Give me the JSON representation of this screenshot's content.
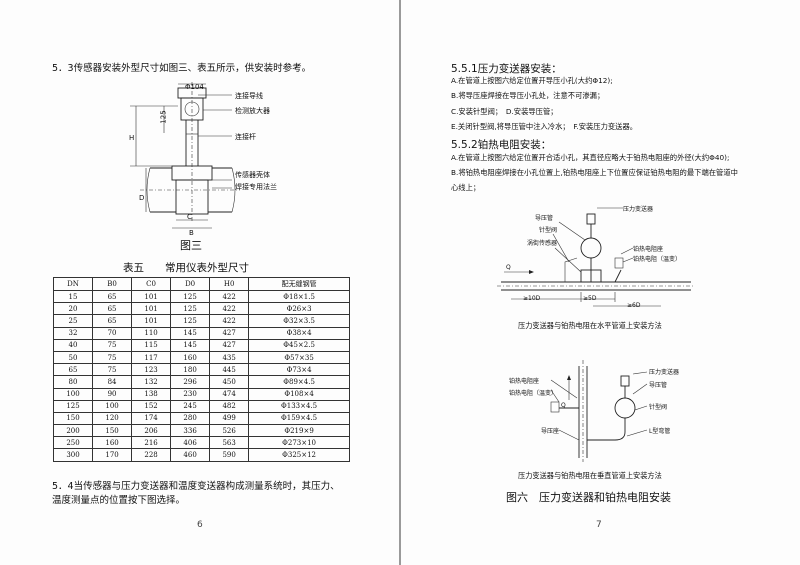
{
  "left": {
    "p1": "5．3传感器安装外型尺寸如图三、表五所示，供安装时参考。",
    "fig3": {
      "dim_top": "Φ104",
      "dim_125": "125",
      "dim_H": "H",
      "dim_D": "D",
      "dim_C": "C",
      "dim_B": "B",
      "label1": "连接导线",
      "label2": "检测放大器",
      "label3": "连接杆",
      "label4": "传感器壳体",
      "label5": "焊接专用法兰",
      "caption": "图三"
    },
    "table_title": "表五　　常用仪表外型尺寸",
    "table": {
      "headers": [
        "DN",
        "B0",
        "C0",
        "D0",
        "H0",
        "配无缝钢管"
      ],
      "rows": [
        [
          "15",
          "65",
          "101",
          "125",
          "422",
          "Φ18×1.5"
        ],
        [
          "20",
          "65",
          "101",
          "125",
          "422",
          "Φ26×3"
        ],
        [
          "25",
          "65",
          "101",
          "125",
          "422",
          "Φ32×3.5"
        ],
        [
          "32",
          "70",
          "110",
          "145",
          "427",
          "Φ38×4"
        ],
        [
          "40",
          "75",
          "115",
          "145",
          "427",
          "Φ45×2.5"
        ],
        [
          "50",
          "75",
          "117",
          "160",
          "435",
          "Φ57×35"
        ],
        [
          "65",
          "75",
          "123",
          "180",
          "445",
          "Φ73×4"
        ],
        [
          "80",
          "84",
          "132",
          "296",
          "450",
          "Φ89×4.5"
        ],
        [
          "100",
          "90",
          "138",
          "230",
          "474",
          "Φ108×4"
        ],
        [
          "125",
          "100",
          "152",
          "245",
          "482",
          "Φ133×4.5"
        ],
        [
          "150",
          "120",
          "174",
          "280",
          "499",
          "Φ159×4.5"
        ],
        [
          "200",
          "150",
          "206",
          "336",
          "526",
          "Φ219×9"
        ],
        [
          "250",
          "160",
          "216",
          "406",
          "563",
          "Φ273×10"
        ],
        [
          "300",
          "170",
          "228",
          "460",
          "590",
          "Φ325×12"
        ]
      ]
    },
    "p2_line1": "5．4当传感器与压力变送器和温度变送器构成测量系统时，其压力、",
    "p2_line2": "温度测量点的位置按下图选择。",
    "page_number": "6"
  },
  "right": {
    "h1": "5.5.1压力变送器安装：",
    "a": "A.在管道上按图六给定位置开导压小孔(大约Φ12);",
    "b": "B.将导压座焊接在导压小孔处，注意不可渗漏；",
    "c_d": "C.安装针型阀；　D.安装导压管；",
    "e_f": "E.关闭针型阀,将导压管中注入冷水；　F.安装压力变送器。",
    "h2": "5.5.2铂热电阻安装：",
    "a2": "A.在管道上按图六给定位置开合适小孔，其直径应略大于铂热电阻座的外径(大约Φ40);",
    "b2_line1": "B.将铂热电阻座焊接在小孔位置上,铂热电阻座上下位置应保证铂热电阻的最下端在管道中",
    "b2_line2": "心线上；",
    "fig_h": {
      "l_gauge_tube": "导压管",
      "l_valve": "针型阀",
      "l_sensor": "涡街传感器",
      "l_transmitter": "压力变送器",
      "l_pt_seat": "铂热电阻座",
      "l_pt": "铂热电阻（温变）",
      "l_q": "Q",
      "d1": "≥10D",
      "d2": "≥5D",
      "d3": "≥6D",
      "caption": "压力变送器与铂热电阻在水平管道上安装方法"
    },
    "fig_v": {
      "l_pt_seat": "铂热电阻座",
      "l_pt": "铂热电阻（温变）",
      "l_transmitter": "压力变送器",
      "l_gauge_tube": "导压管",
      "l_valve": "针型阀",
      "l_bend": "L型弯管",
      "l_gauge_seat": "导压座",
      "l_q": "Q",
      "caption": "压力变送器与铂热电阻在垂直管道上安装方法"
    },
    "fig6_caption": "图六　压力变送器和铂热电阻安装",
    "page_number": "7"
  }
}
